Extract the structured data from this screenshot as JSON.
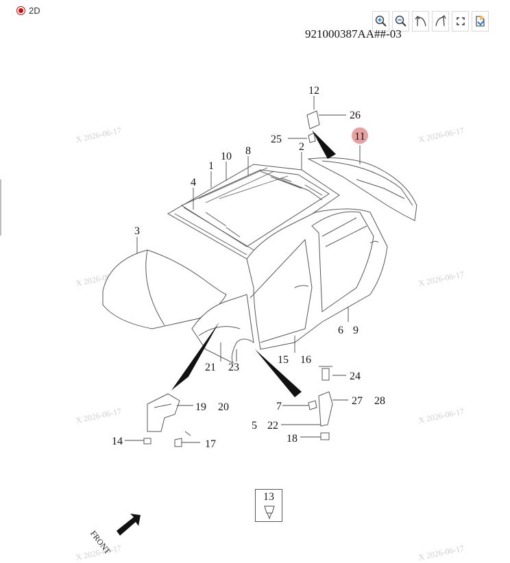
{
  "mode": {
    "label": "2D"
  },
  "toolbar": [
    {
      "name": "zoom-in-button",
      "icon": "zoom-in-icon"
    },
    {
      "name": "zoom-out-button",
      "icon": "zoom-out-icon"
    },
    {
      "name": "rotate-left-button",
      "icon": "rotate-left-icon"
    },
    {
      "name": "rotate-right-button",
      "icon": "rotate-right-icon"
    },
    {
      "name": "fit-screen-button",
      "icon": "fullscreen-icon"
    },
    {
      "name": "export-button",
      "icon": "export-icon"
    }
  ],
  "doc_number": "921000387AA##-03",
  "selected_callout": "11",
  "colors": {
    "selected": "#e8a0a0",
    "line": "#555555",
    "accent": "#cc0000"
  },
  "callouts": [
    "12",
    "26",
    "25",
    "11",
    "2",
    "10",
    "8",
    "1",
    "4",
    "3",
    "6",
    "9",
    "15",
    "16",
    "21",
    "23",
    "24",
    "7",
    "27",
    "28",
    "5",
    "22",
    "18",
    "19",
    "20",
    "14",
    "17"
  ],
  "watermark": "X 2026-06-17",
  "part_box": {
    "label": "13"
  },
  "front": {
    "label": "FRONT"
  }
}
